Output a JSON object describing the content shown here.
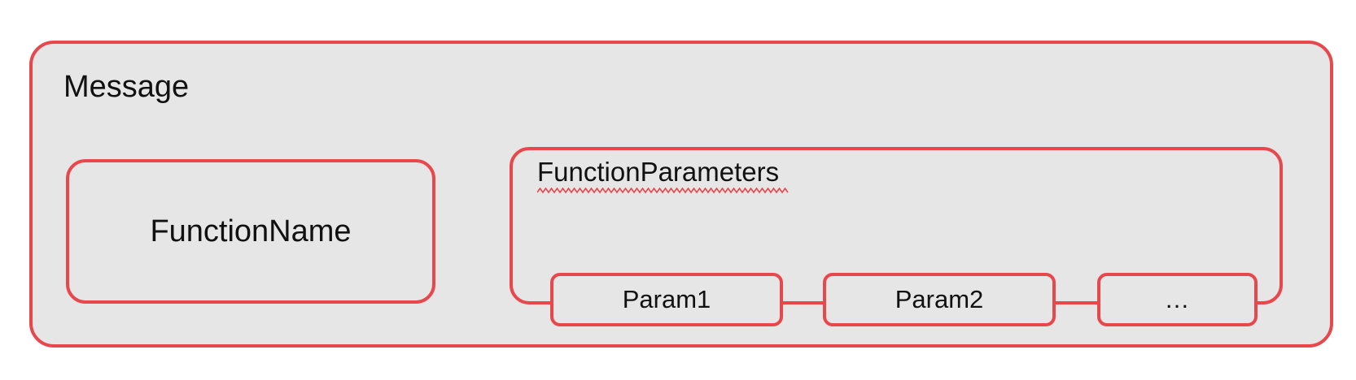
{
  "diagram": {
    "title": "Message",
    "background_color": "#FFFFFF",
    "fill_color": "#E6E6E6",
    "stroke_color": "#E8474C",
    "text_color": "#111111",
    "blocks": {
      "function_name": {
        "label": "FunctionName"
      },
      "function_parameters": {
        "label": "FunctionParameters",
        "spellcheck_underline": true,
        "params": [
          {
            "label": "Param1"
          },
          {
            "label": "Param2"
          },
          {
            "label": "…"
          }
        ]
      }
    }
  }
}
